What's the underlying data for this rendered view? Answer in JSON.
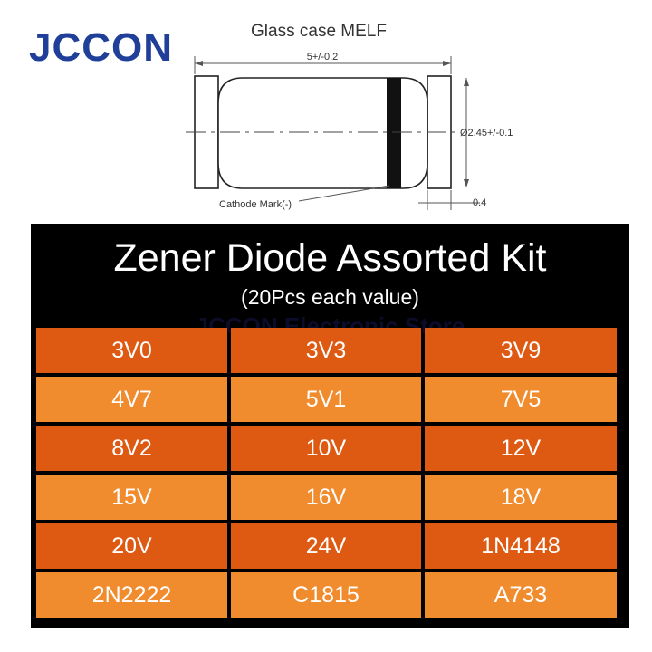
{
  "brand": {
    "logo_text": "JCCON",
    "color": "#1f3f99"
  },
  "diagram": {
    "title": "Glass case MELF",
    "length_dim": "5+/-0.2",
    "diameter_dim": "Ø2.45+/-0.1",
    "cap_dim": "0.4",
    "cathode_label": "Cathode Mark(-)"
  },
  "panel": {
    "title": "Zener Diode Assorted Kit",
    "subtitle": "(20Pcs each value)",
    "watermark": "JCCON Electronic Store",
    "colors": {
      "dark_row": "#de5a13",
      "light_row": "#f18c2e",
      "background": "#000000"
    },
    "rows": [
      [
        "3V0",
        "3V3",
        "3V9"
      ],
      [
        "4V7",
        "5V1",
        "7V5"
      ],
      [
        "8V2",
        "10V",
        "12V"
      ],
      [
        "15V",
        "16V",
        "18V"
      ],
      [
        "20V",
        "24V",
        "1N4148"
      ],
      [
        "2N2222",
        "C1815",
        "A733"
      ]
    ]
  }
}
